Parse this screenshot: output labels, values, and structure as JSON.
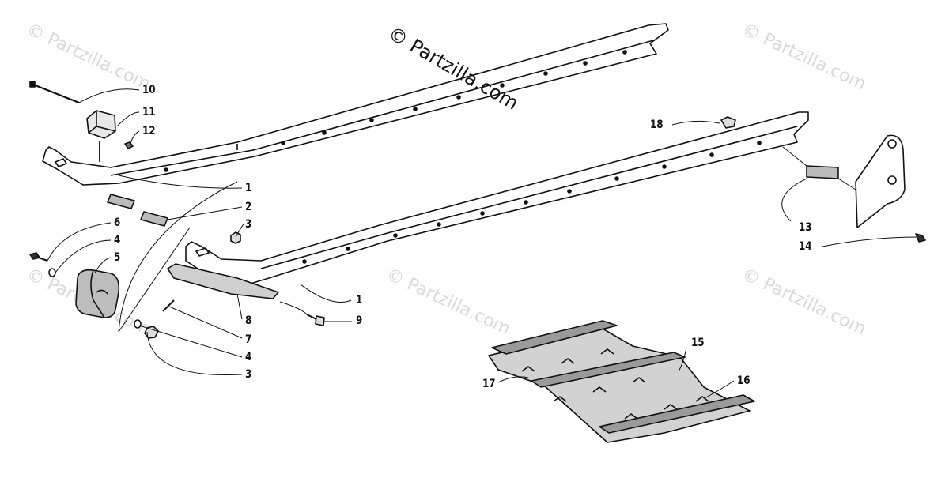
{
  "watermark_main": "© Partzilla.com",
  "watermark_faint": "© Partzilla.com",
  "callouts": {
    "c1a": "1",
    "c1b": "1",
    "c2": "2",
    "c3a": "3",
    "c3b": "3",
    "c4a": "4",
    "c4b": "4",
    "c5": "5",
    "c6": "6",
    "c7": "7",
    "c8": "8",
    "c9": "9",
    "c10": "10",
    "c11": "11",
    "c12": "12",
    "c13": "13",
    "c14": "14",
    "c15": "15",
    "c16": "16",
    "c17": "17",
    "c18": "18"
  },
  "colors": {
    "ink": "#111111",
    "watermark": "#d9d9d9",
    "paper": "#ffffff"
  }
}
